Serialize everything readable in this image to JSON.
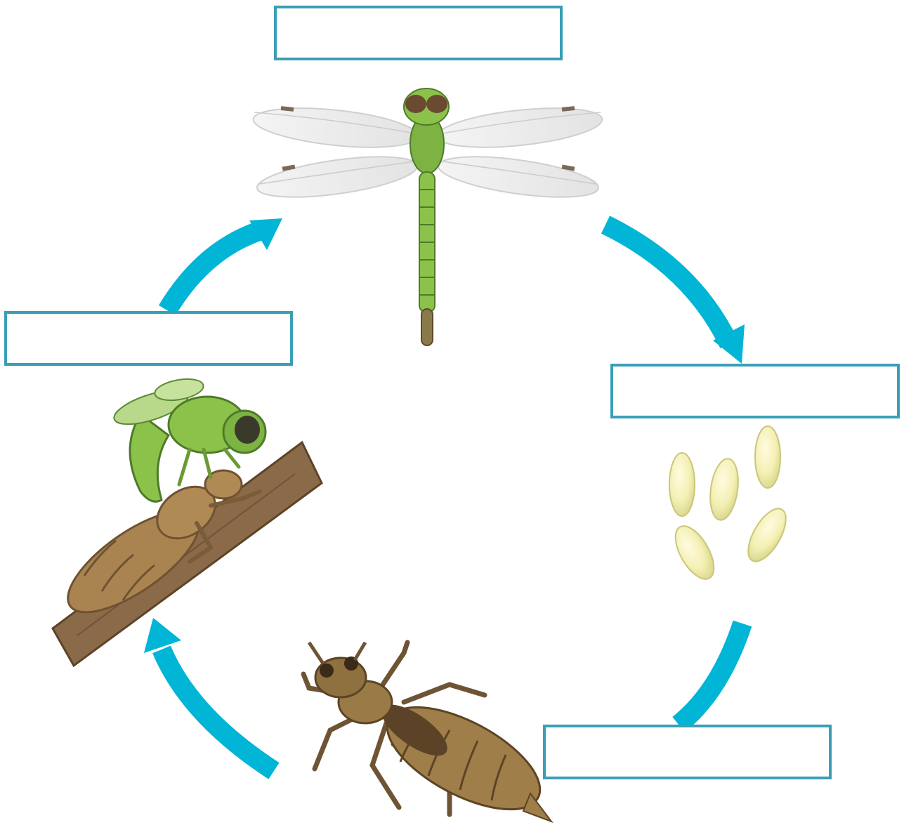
{
  "diagram": {
    "arrow_color": "#00b5d6",
    "box_border_color": "#3a9fb6",
    "cycle_order": [
      "adult",
      "eggs",
      "nymph",
      "emerging-adult"
    ]
  },
  "labels": {
    "adult": "",
    "eggs": "",
    "nymph": "",
    "emerging_adult": ""
  },
  "stages": [
    {
      "id": "adult",
      "icon": "dragonfly-adult-icon"
    },
    {
      "id": "eggs",
      "icon": "eggs-icon"
    },
    {
      "id": "nymph",
      "icon": "nymph-icon"
    },
    {
      "id": "emerging-adult",
      "icon": "emerging-dragonfly-icon"
    }
  ]
}
